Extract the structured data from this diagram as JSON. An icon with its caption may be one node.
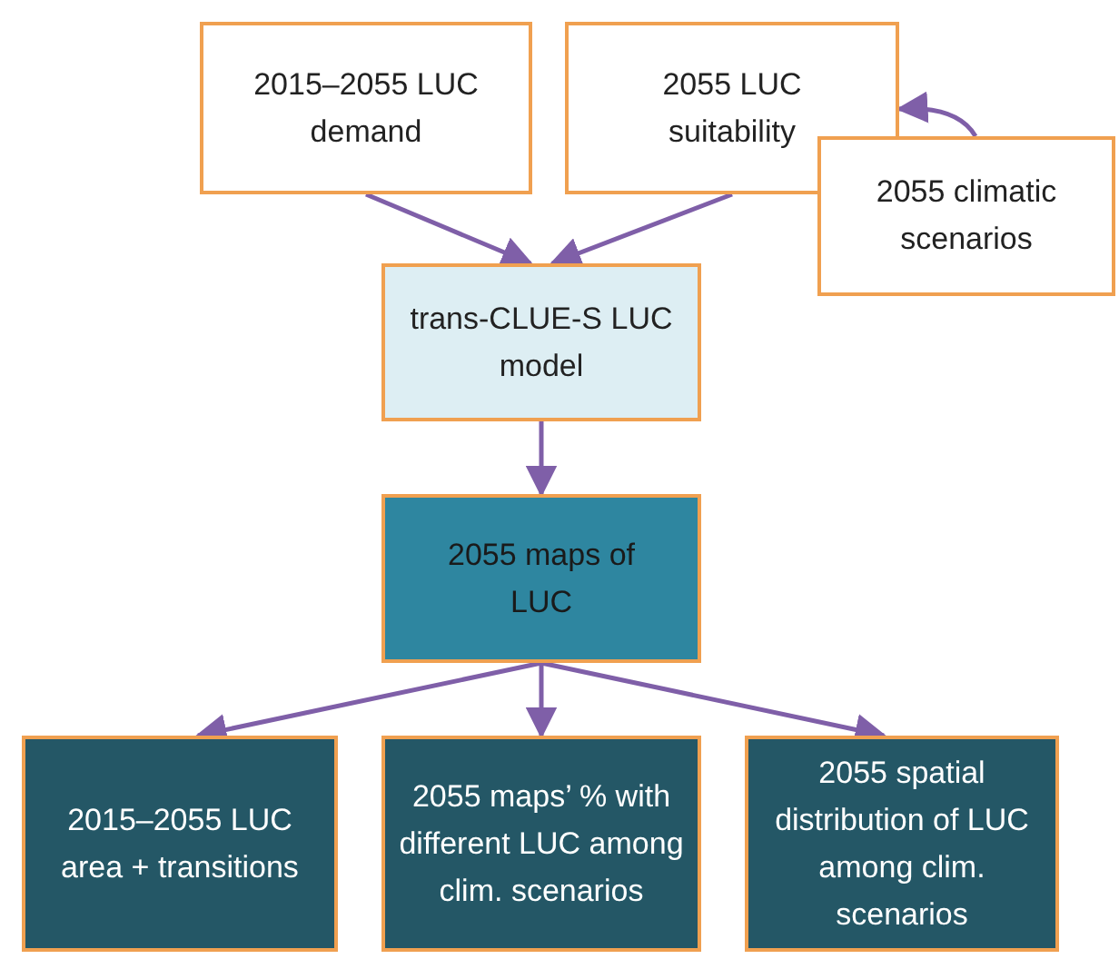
{
  "diagram": {
    "nodes": [
      {
        "text": [
          "2015–2055 LUC demand"
        ]
      },
      {
        "text": [
          "2055 LUC suitability"
        ]
      },
      {
        "text": [
          "2055 climatic scenarios"
        ]
      },
      {
        "text": [
          "trans-CLUE-S LUC model"
        ]
      },
      {
        "text": [
          "2055 maps of LUC"
        ]
      },
      {
        "text": [
          "2015–2055 LUC area + transitions"
        ]
      },
      {
        "text": [
          "2055 maps’ % with different LUC among clim. scenarios"
        ]
      },
      {
        "text": [
          "2055 spatial distribution of LUC among clim. scenarios"
        ]
      }
    ],
    "edges": [
      {
        "from": 0,
        "to": 3,
        "arrow": "to"
      },
      {
        "from": 1,
        "to": 3,
        "arrow": "to"
      },
      {
        "from": 2,
        "to": 1,
        "arrow": "to"
      },
      {
        "from": 3,
        "to": 4,
        "arrow": "to"
      },
      {
        "from": 4,
        "to": 5,
        "arrow": "to"
      },
      {
        "from": 4,
        "to": 6,
        "arrow": "to"
      },
      {
        "from": 4,
        "to": 7,
        "arrow": "to"
      }
    ]
  }
}
